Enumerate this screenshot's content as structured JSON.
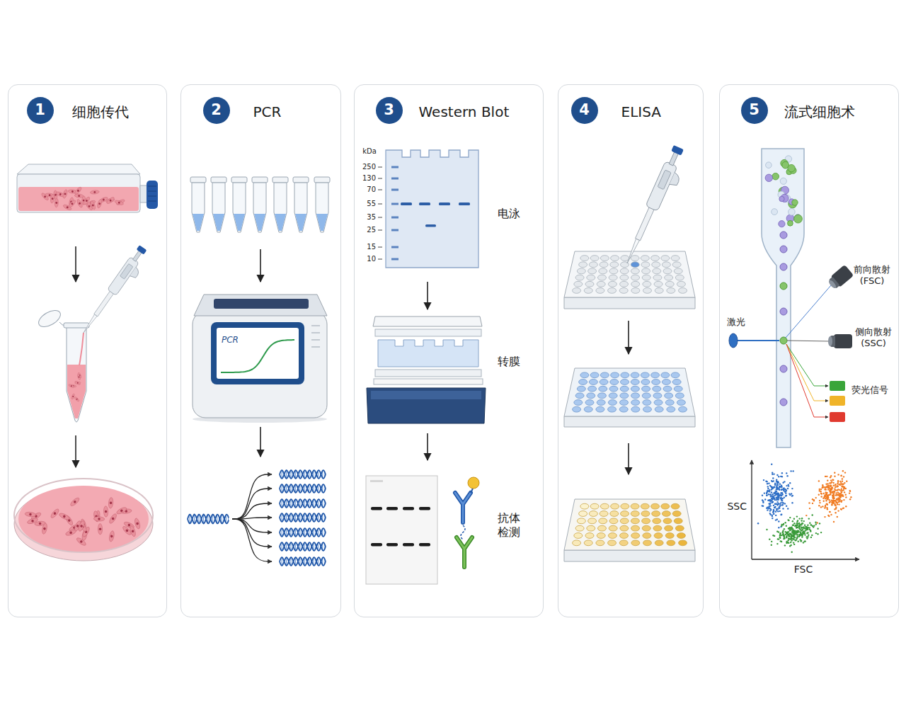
{
  "diagram": {
    "nodes": [
      {
        "text": [
          "细胞传代"
        ]
      },
      {
        "text": [
          "1"
        ],
        "in": 0
      },
      {
        "text": [
          "PCR"
        ]
      },
      {
        "text": [
          "2"
        ],
        "in": 2
      },
      {
        "text": [
          "Western Blot"
        ]
      },
      {
        "text": [
          "3"
        ],
        "in": 4
      },
      {
        "text": [
          "ELISA"
        ]
      },
      {
        "text": [
          "4"
        ],
        "in": 6
      },
      {
        "text": [
          "流式细胞术"
        ]
      },
      {
        "text": [
          "5"
        ],
        "in": 8
      }
    ],
    "labels": [
      "PCR",
      "kDa",
      "250",
      "130",
      "70",
      "55",
      "35",
      "25",
      "15",
      "10",
      "电泳",
      "转膜",
      "抗体 检测",
      "前向散射 (FSC)",
      "激光",
      "侧向散射 (SSC)",
      "荧光信号",
      "SSC",
      "FSC"
    ]
  }
}
